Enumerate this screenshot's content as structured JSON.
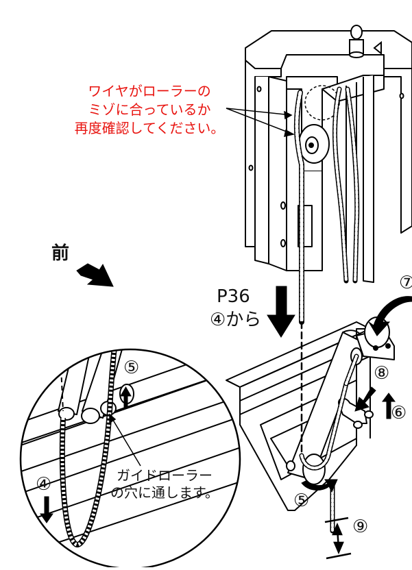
{
  "notes": {
    "wire_check": [
      "ワイヤがローラーの",
      "ミゾに合っているか",
      "再度確認してください。"
    ],
    "guide_roller": [
      "ガイドローラー",
      "の穴に通します。"
    ]
  },
  "labels": {
    "front": "前",
    "page_ref": "P36",
    "from_step": "④から"
  },
  "steps": {
    "s4": "④",
    "s5_inset": "⑤",
    "s5_bottom": "⑤",
    "s6": "⑥",
    "s7": "⑦",
    "s8": "⑧",
    "s9": "⑨"
  },
  "colors": {
    "note": "#e8130f",
    "line": "#000000"
  }
}
